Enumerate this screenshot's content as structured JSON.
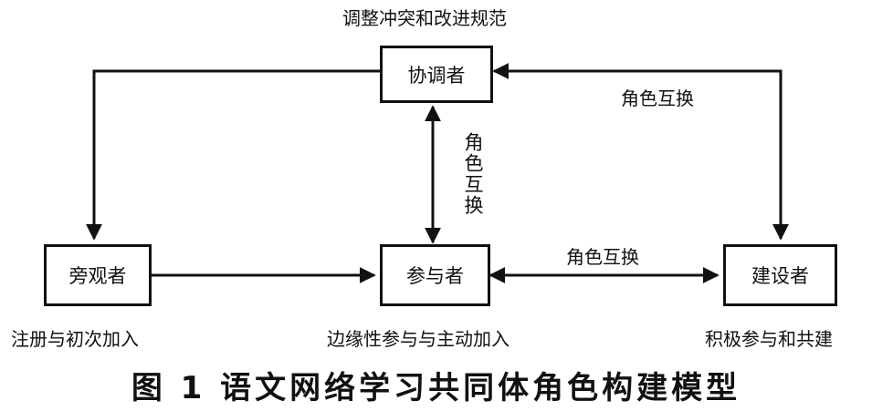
{
  "nodes": {
    "coordinator": "协调者",
    "bystander": "旁观者",
    "participant": "参与者",
    "builder": "建设者"
  },
  "labels": {
    "top": "调整冲突和改进规范",
    "bystander_desc": "注册与初次加入",
    "participant_desc": "边缘性参与与主动加入",
    "builder_desc": "积极参与和共建",
    "role_swap_vertical": "角色互换",
    "role_swap_top_right": "角色互换",
    "role_swap_bottom": "角色互换"
  },
  "caption": "图 1  语文网络学习共同体角色构建模型"
}
